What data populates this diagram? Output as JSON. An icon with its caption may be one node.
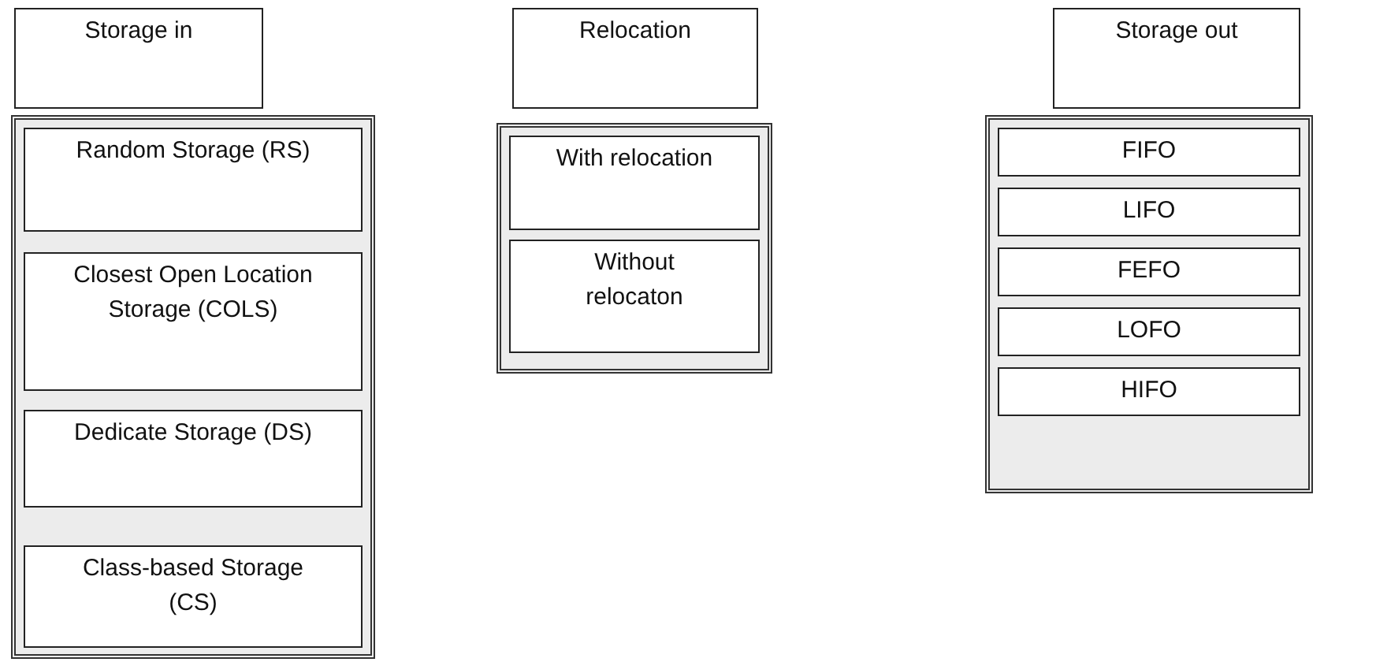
{
  "diagram": {
    "nodes": [
      {
        "text": [
          "Storage in"
        ]
      },
      {
        "text": [],
        "shape": "box"
      },
      {
        "text": [
          "Random Storage (RS)"
        ],
        "in": 1
      },
      {
        "text": [
          "Closest Open Location Storage (COLS)"
        ],
        "in": 1
      },
      {
        "text": [
          "Dedicate Storage (DS)"
        ],
        "in": 1
      },
      {
        "text": [
          "Class-based Storage (CS)"
        ],
        "in": 1
      },
      {
        "text": [
          "Relocation"
        ]
      },
      {
        "text": [],
        "shape": "box"
      },
      {
        "text": [
          "With relocation"
        ],
        "in": 7
      },
      {
        "text": [
          "Without relocaton"
        ],
        "in": 7
      },
      {
        "text": [
          "Storage out"
        ]
      },
      {
        "text": [],
        "shape": "box"
      },
      {
        "text": [
          "FIFO"
        ],
        "in": 11
      },
      {
        "text": [
          "LIFO"
        ],
        "in": 11
      },
      {
        "text": [
          "FEFO"
        ],
        "in": 11
      },
      {
        "text": [
          "LOFO"
        ],
        "in": 11
      },
      {
        "text": [
          "HIFO"
        ],
        "in": 11
      }
    ],
    "edges": []
  }
}
